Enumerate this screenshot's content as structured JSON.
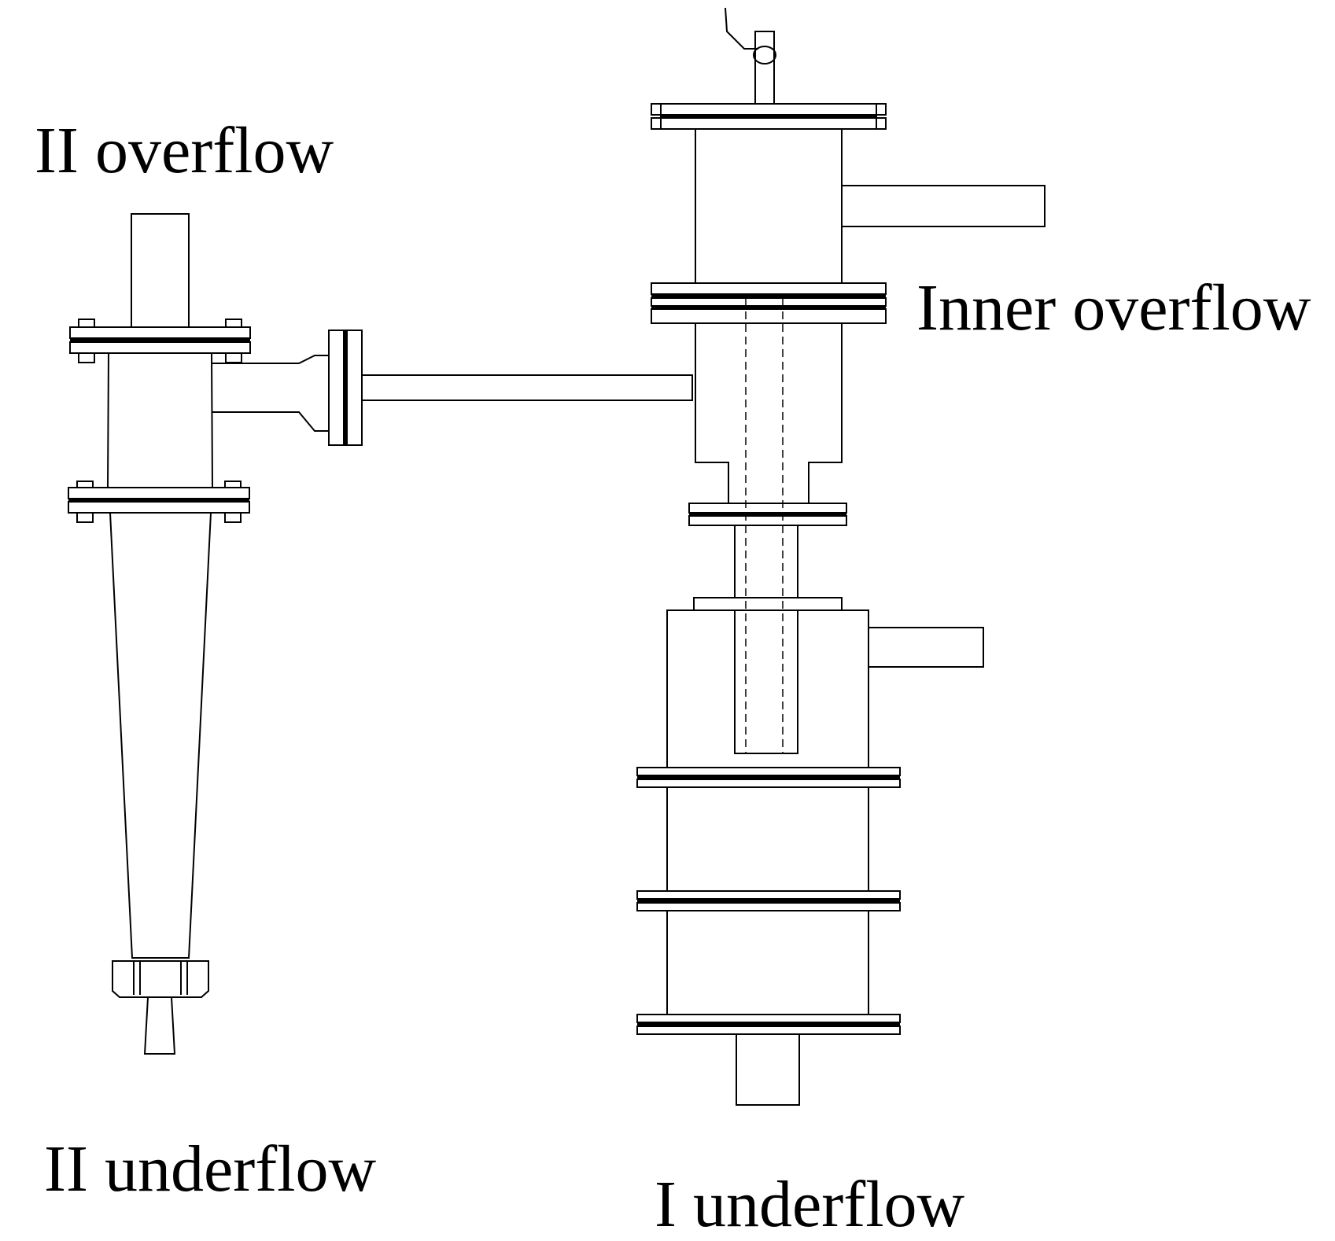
{
  "labels": {
    "ii_overflow": "II overflow",
    "inner_overflow": "Inner overflow",
    "ii_underflow": "II underflow",
    "i_underflow": "I underflow"
  },
  "colors": {
    "line": "#000000",
    "background": "#ffffff"
  }
}
